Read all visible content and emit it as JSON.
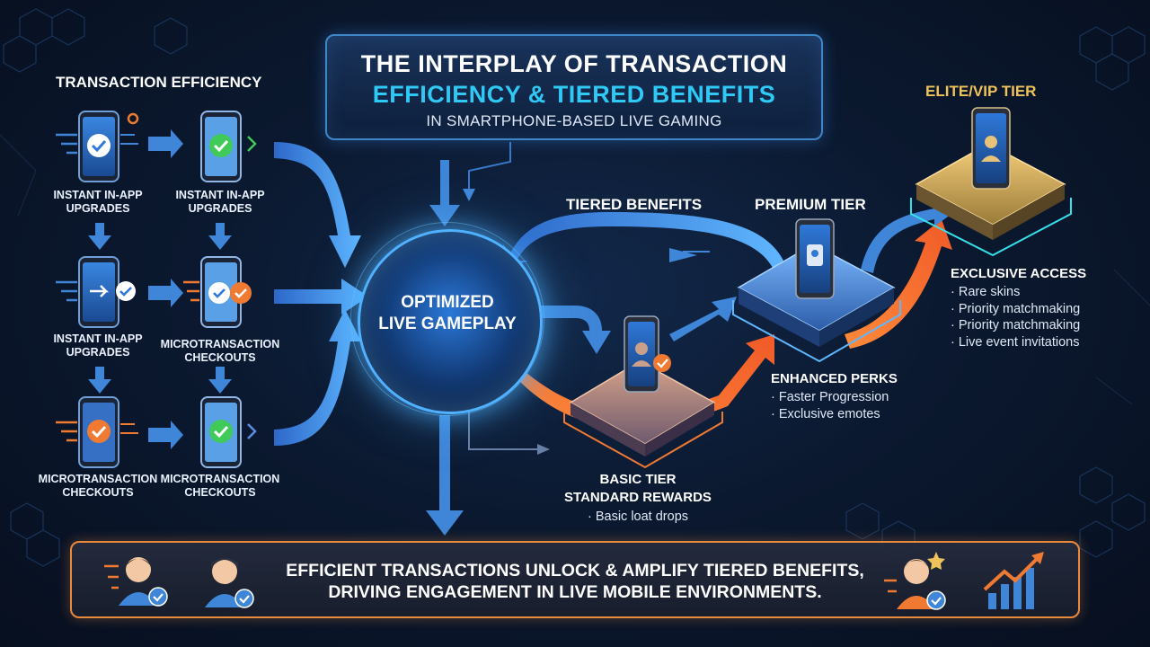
{
  "title": {
    "line1": "THE INTERPLAY OF TRANSACTION",
    "line2": "EFFICIENCY & TIERED BENEFITS",
    "line3": "IN SMARTPHONE-BASED LIVE GAMING"
  },
  "transaction_efficiency": {
    "heading": "TRANSACTION EFFICIENCY",
    "captions": [
      "INSTANT IN-APP UPGRADES",
      "INSTANT IN-APP UPGRADES",
      "INSTANT IN-APP UPGRADES",
      "MICROTRANSACTION CHECKOUTS",
      "MICROTRANSACTION CHECKOUTS",
      "MICROTRANSACTION CHECKOUTS"
    ]
  },
  "center": {
    "line1": "OPTIMIZED",
    "line2": "LIVE GAMEPLAY"
  },
  "tiered_benefits_label": "TIERED BENEFITS",
  "tiers": {
    "basic": {
      "name": "BASIC TIER",
      "subtitle": "STANDARD REWARDS",
      "items": [
        "Basic loat drops"
      ]
    },
    "premium": {
      "name": "PREMIUM TIER",
      "perks_heading": "ENHANCED PERKS",
      "items": [
        "Faster Progression",
        "Exclusive emotes"
      ]
    },
    "elite": {
      "name": "ELITE/VIP TIER",
      "perks_heading": "EXCLUSIVE ACCESS",
      "items": [
        "Rare skins",
        "Priority matchmaking",
        "Priority matchmaking",
        "Live event invitations"
      ]
    }
  },
  "bottom": {
    "line1": "EFFICIENT TRANSACTIONS UNLOCK & AMPLIFY TIERED BENEFITS,",
    "line2": "DRIVING ENGAGEMENT IN LIVE MOBILE ENVIRONMENTS."
  },
  "colors": {
    "accent_blue": "#4fb1ff",
    "accent_cyan": "#2fc9f5",
    "accent_orange": "#f07a32",
    "check_green": "#3fca5a",
    "gold": "#f0c35a"
  }
}
